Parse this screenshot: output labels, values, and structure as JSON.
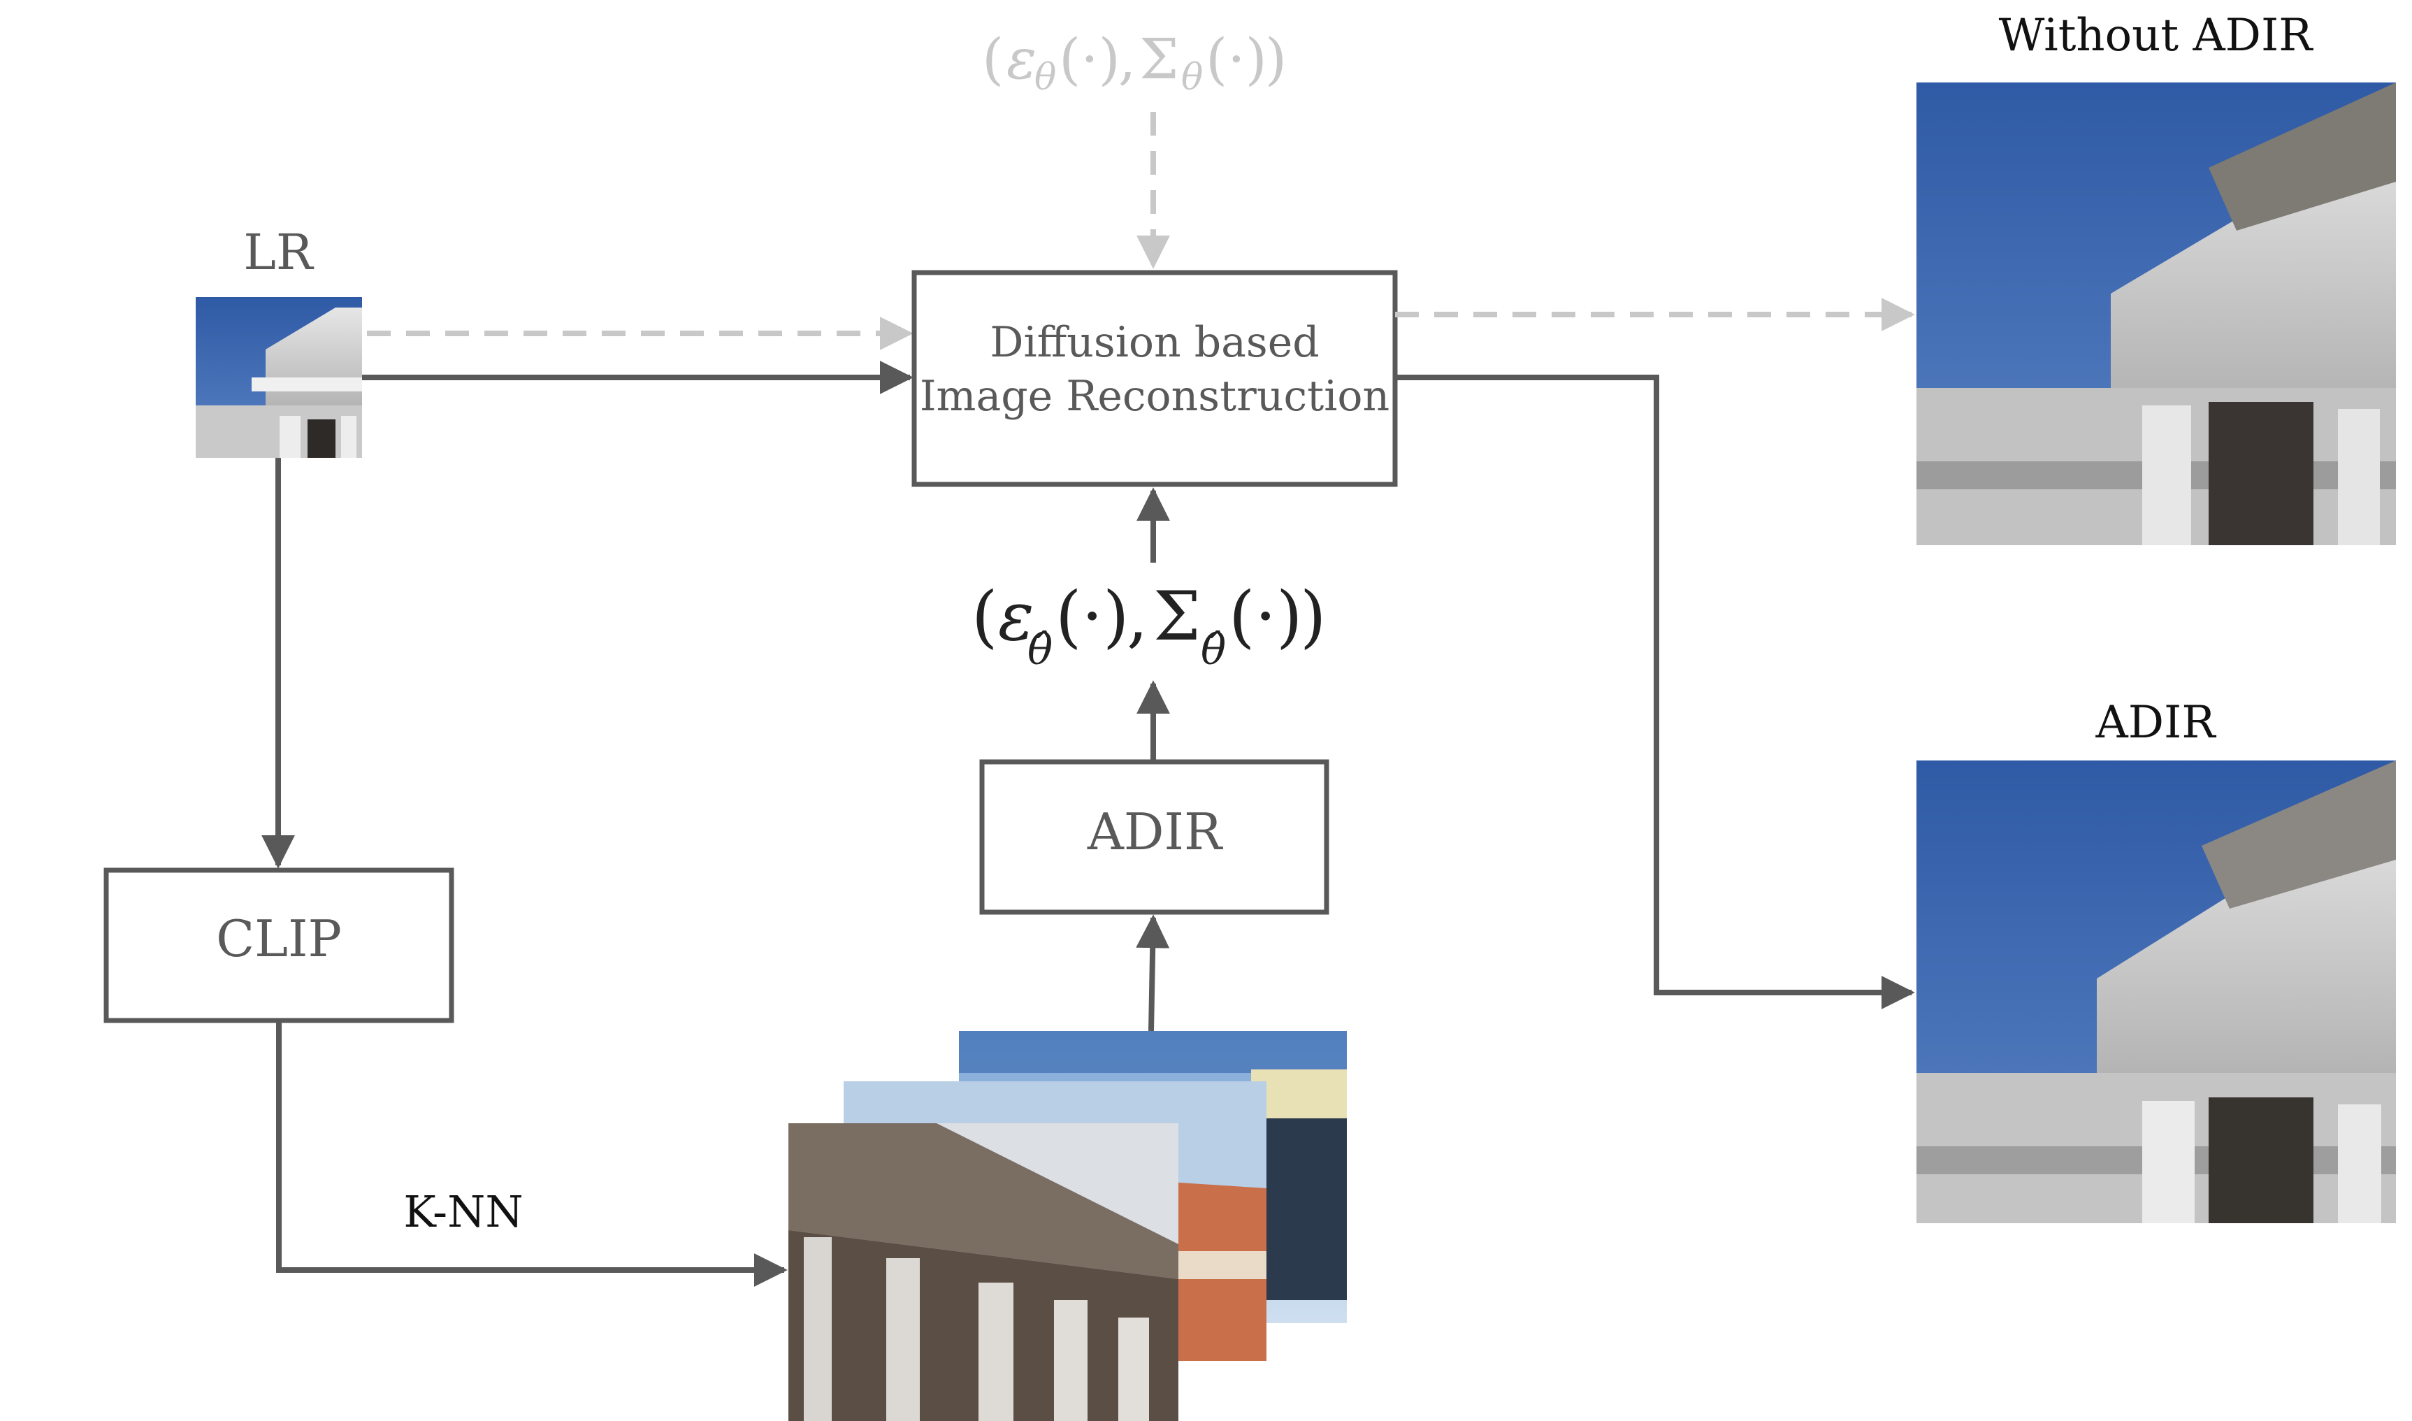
{
  "labels": {
    "lr": "LR",
    "diffusion_line1": "Diffusion based",
    "diffusion_line2": "Image Reconstruction",
    "clip": "CLIP",
    "adir_box": "ADIR",
    "knn": "K-NN",
    "without_adir": "Without ADIR",
    "adir_result": "ADIR",
    "eps_label": "ε",
    "sigma_label": "Σ",
    "theta_sub": "θ",
    "theta_hat_sub": "θ̂",
    "args": "(·)",
    "comma": ",",
    "open_paren": "(",
    "close_paren": ")"
  },
  "colors": {
    "dark": "#595959",
    "light": "#c8c8c8",
    "sky": "#3a64a8"
  }
}
